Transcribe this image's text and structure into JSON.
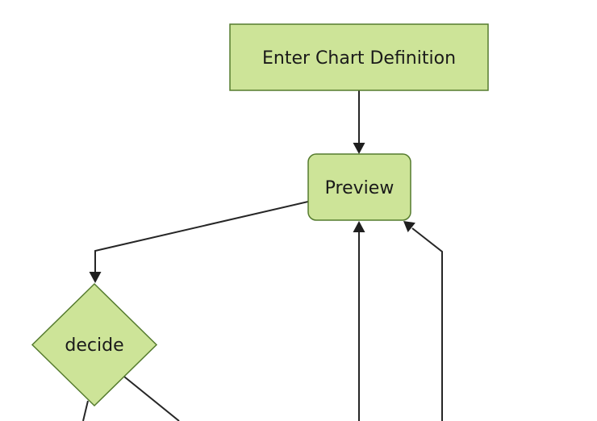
{
  "diagram": {
    "type": "flowchart",
    "direction": "top-down",
    "nodes": [
      {
        "id": "A",
        "label": "Enter Chart Definition",
        "shape": "rectangle"
      },
      {
        "id": "B",
        "label": "Preview",
        "shape": "rounded-rectangle"
      },
      {
        "id": "C",
        "label": "decide",
        "shape": "diamond"
      }
    ],
    "edges": [
      {
        "from": "A",
        "to": "B",
        "arrow": true
      },
      {
        "from": "B",
        "to": "C",
        "arrow": true
      },
      {
        "from": "offscreen-bottom",
        "to": "B",
        "arrow": true
      },
      {
        "from": "offscreen-bottom-right",
        "to": "B",
        "arrow": true
      },
      {
        "from": "C",
        "to": "offscreen-bottom-left",
        "arrow": false
      },
      {
        "from": "C",
        "to": "offscreen-bottom-right",
        "arrow": false
      }
    ],
    "colors": {
      "node_fill": "#cde498",
      "node_border": "#557b2e",
      "edge_line": "#262626",
      "label_text": "#1a1a1a",
      "background": "#ffffff"
    }
  }
}
